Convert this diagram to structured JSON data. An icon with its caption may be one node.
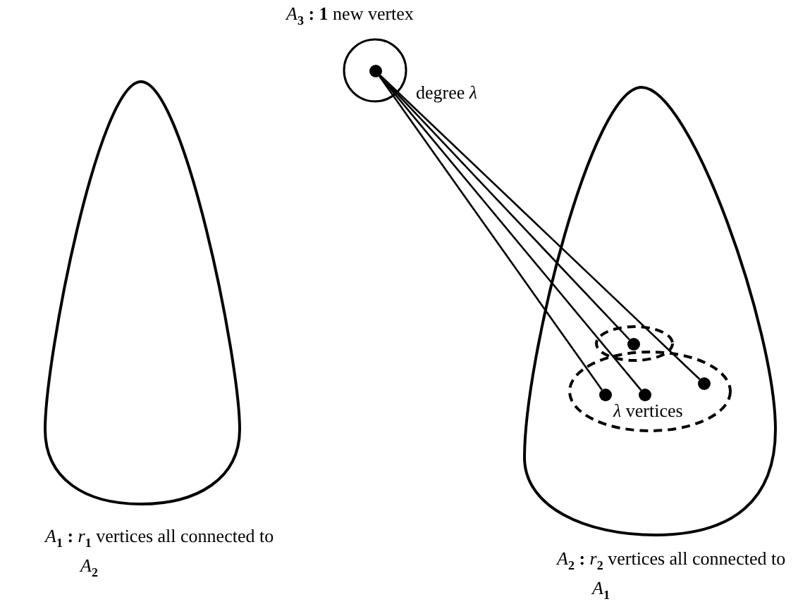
{
  "diagram": {
    "nodes": [
      {
        "text": [
          "*A*$_{1}$ **:** *r*$_{1}$ vertices all connected to *A*$_{2}$"
        ]
      },
      {
        "text": [
          "*A*$_{2}$ **:** *r*$_{2}$ vertices all connected to *A*$_{1}$"
        ]
      },
      {
        "text": [
          "*A*$_{3}$ **:** **1** new vertex"
        ],
        "beside": [
          "degree *λ*"
        ]
      },
      {
        "text": [],
        "shape": "circle",
        "in": 2
      },
      {
        "text": [
          "*λ* vertices"
        ],
        "in": 1
      },
      {
        "text": [],
        "shape": "ellipse",
        "in": 1
      },
      {
        "text": [],
        "shape": "circle",
        "in": 4
      },
      {
        "text": [],
        "shape": "circle",
        "in": 5
      },
      {
        "text": [],
        "shape": "circle",
        "in": 4
      },
      {
        "text": [],
        "shape": "circle",
        "in": 4
      }
    ],
    "edges": [
      {
        "from": 3,
        "to": 6,
        "arrow": "none"
      },
      {
        "from": 3,
        "to": 7,
        "arrow": "none"
      },
      {
        "from": 3,
        "to": 8,
        "arrow": "none"
      },
      {
        "from": 3,
        "to": 9,
        "arrow": "none"
      }
    ]
  }
}
